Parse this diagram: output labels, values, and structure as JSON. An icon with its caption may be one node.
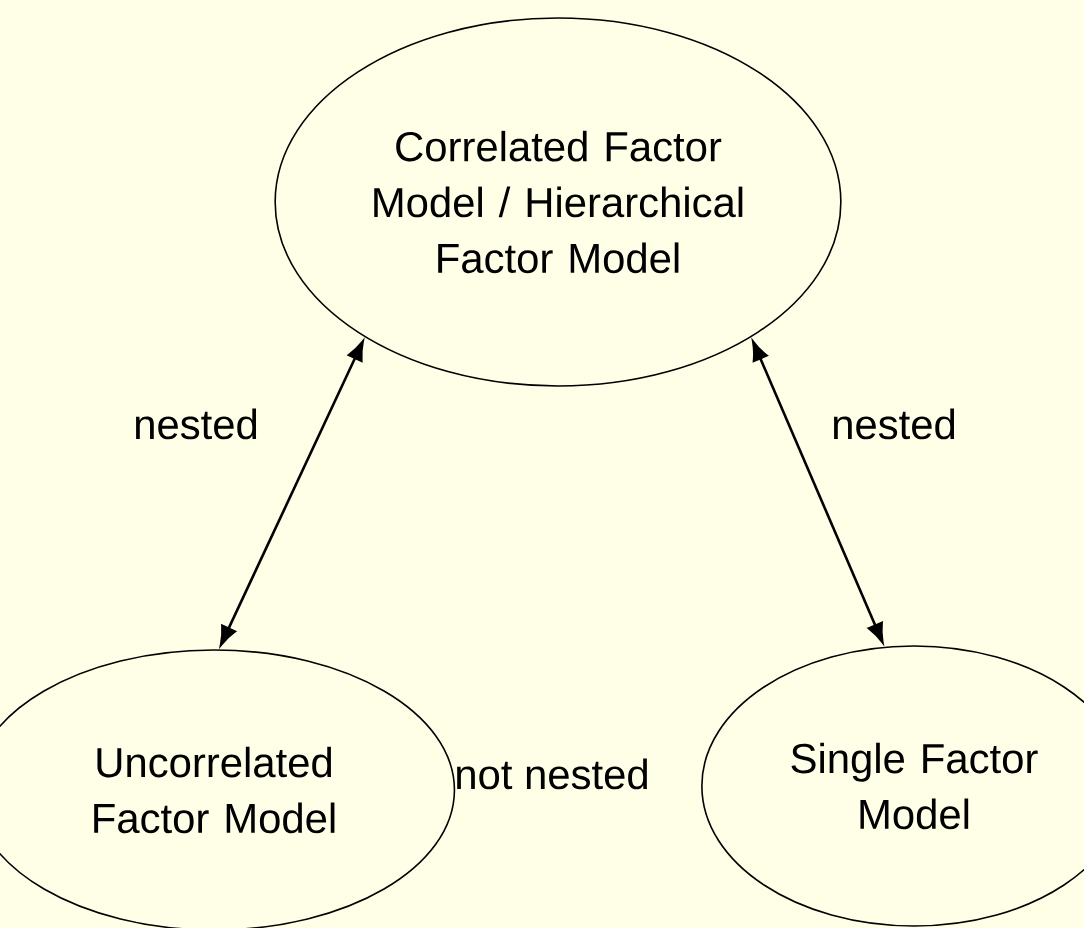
{
  "diagram": {
    "nodes": [
      {
        "text": [
          "Correlated Factor Model / Hierarchical Factor Model"
        ]
      },
      {
        "text": [
          "Uncorrelated Factor Model"
        ]
      },
      {
        "text": [
          "Single Factor Model"
        ]
      }
    ],
    "edges": [
      {
        "from": 0,
        "to": 1,
        "arrow": "both",
        "label": "nested"
      },
      {
        "from": 0,
        "to": 2,
        "arrow": "both",
        "label": "nested"
      }
    ],
    "labels": [
      "not nested"
    ]
  }
}
